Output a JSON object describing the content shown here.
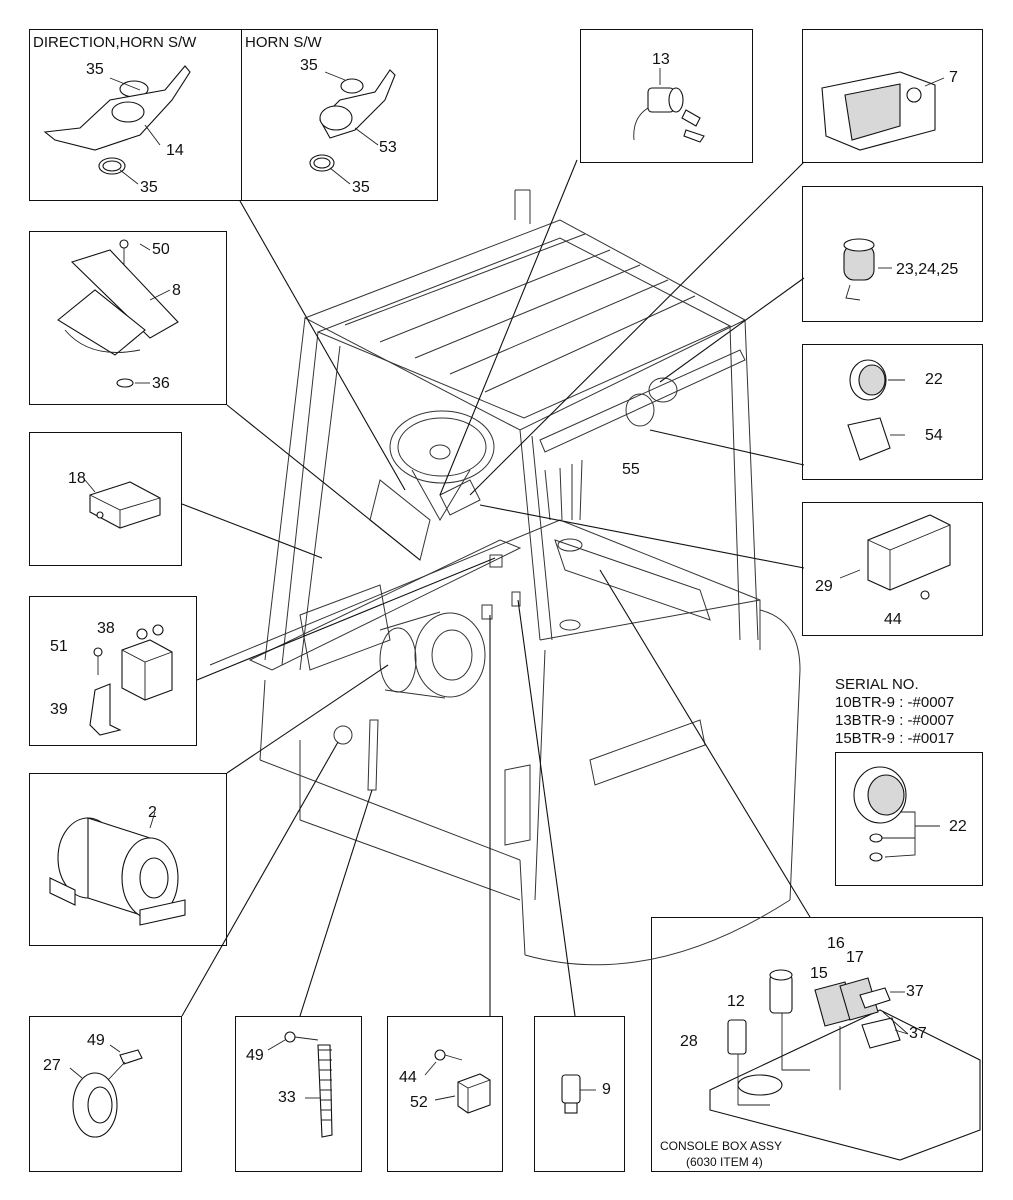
{
  "boxes": {
    "direction_horn_title": "DIRECTION,HORN S/W",
    "horn_title": "HORN S/W",
    "console_title_1": "CONSOLE BOX ASSY",
    "console_title_2": "(6030 ITEM 4)"
  },
  "serial": {
    "heading": "SERIAL NO.",
    "line1": "10BTR-9 : -#0007",
    "line2": "13BTR-9 : -#0007",
    "line3": "15BTR-9 : -#0017"
  },
  "callouts": {
    "c35a": "35",
    "c14": "14",
    "c35b": "35",
    "c35c": "35",
    "c53": "53",
    "c35d": "35",
    "c13": "13",
    "c7": "7",
    "c50": "50",
    "c8": "8",
    "c36": "36",
    "c23": "23,24,25",
    "c22a": "22",
    "c54": "54",
    "c55": "55",
    "c18": "18",
    "c29": "29",
    "c44a": "44",
    "c38": "38",
    "c51": "51",
    "c39": "39",
    "c22b": "22",
    "c2": "2",
    "c16": "16",
    "c17": "17",
    "c37a": "37",
    "c15": "15",
    "c12": "12",
    "c37b": "37",
    "c28": "28",
    "c49a": "49",
    "c27": "27",
    "c49b": "49",
    "c33": "33",
    "c44b": "44",
    "c52": "52",
    "c9": "9"
  }
}
